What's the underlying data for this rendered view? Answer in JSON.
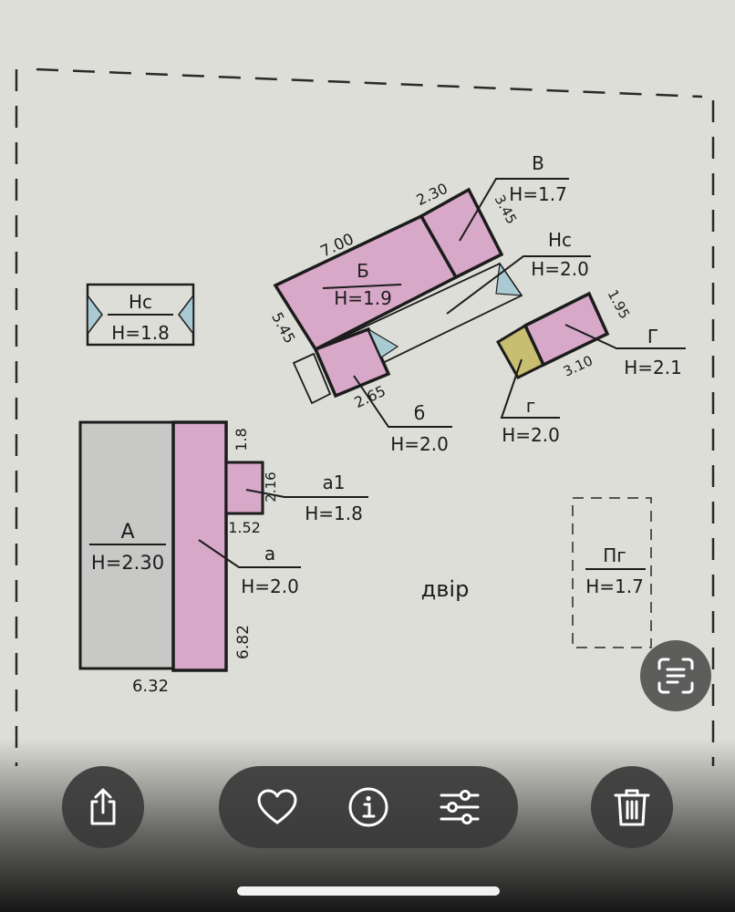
{
  "drawing": {
    "main_house": {
      "label": "А",
      "height": "Н=2.30",
      "width": "6.32"
    },
    "annex_a": {
      "label": "а",
      "height": "Н=2.0",
      "dim_len": "6.82",
      "dim_top": "1.8"
    },
    "annex_a1": {
      "label": "а1",
      "height": "Н=1.8",
      "dim_w": "1.52",
      "dim_h": "2.16"
    },
    "shed_nc_left": {
      "label": "Нс",
      "height": "Н=1.8"
    },
    "building_b": {
      "label": "Б",
      "height": "Н=1.9",
      "dim_len": "7.00",
      "dim_side": "5.45"
    },
    "building_v": {
      "label": "В",
      "height": "Н=1.7",
      "dim_w": "2.30",
      "dim_h": "3.45"
    },
    "shed_nc_mid": {
      "label": "Нс",
      "height": "Н=2.0"
    },
    "porch_b": {
      "label": "б",
      "height": "Н=2.0",
      "dim": "2.65"
    },
    "building_g": {
      "label": "Г",
      "height": "Н=2.1",
      "dim_w": "3.10",
      "dim_h": "1.95"
    },
    "porch_g": {
      "label": "г",
      "height": "Н=2.0"
    },
    "planned_pg": {
      "label": "Пг",
      "height": "Н=1.7"
    },
    "yard_label": "двір"
  },
  "colors": {
    "paper": "#deded8",
    "pink": "#d8a8c8",
    "grey_fill": "#c8c8c6",
    "yellow": "#c8be72",
    "ink": "#1c1c1c",
    "triangle": "#a9c9d3",
    "toolbar_bg": "#3a3a3a"
  },
  "toolbar": {
    "share": "share-icon",
    "favorite": "heart-icon",
    "info": "info-icon",
    "adjust": "sliders-icon",
    "delete": "trash-icon",
    "scan": "live-text-icon"
  }
}
